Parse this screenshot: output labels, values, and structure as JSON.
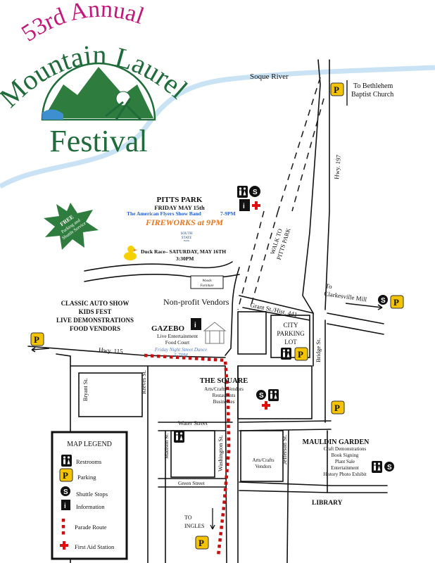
{
  "logo": {
    "line1": "53rd Annual",
    "line2": "Mountain Laurel",
    "line3": "Festival"
  },
  "colors": {
    "logo_magenta": "#c4177b",
    "logo_green": "#1f6b3a",
    "river": "#c9e3f5",
    "parking": "#f5c400",
    "parade": "#c80f0f",
    "fireworks": "#e8761c",
    "band": "#2a62c9"
  },
  "river": {
    "label": "Soque River"
  },
  "north": {
    "label_line1": "To Bethlehem",
    "label_line2": "Baptist Church"
  },
  "pitts_park": {
    "title": "PITTS PARK",
    "date": "FRIDAY MAY 15th",
    "band": "The American Flyers Show Band",
    "band_time": "7-9PM",
    "fireworks": "FIREWORKS at 9PM",
    "sponsor_line1": "SOUTH",
    "sponsor_line2": "STATE",
    "sponsor_line3": "BANK"
  },
  "duck_race": {
    "line1": "Duck Race– SATURDAY, MAY 16TH",
    "line2": "3:30PM"
  },
  "shuttle_badge": {
    "line1": "FREE",
    "line2": "Parking and",
    "line3": "Shuttle Service"
  },
  "walk": {
    "line1": "WALK TO",
    "line2": "PITTS PARK"
  },
  "woods": {
    "line1": "Woods",
    "line2": "Furniture"
  },
  "nonprofit": "Non-profit Vendors",
  "auto_show": [
    "CLASSIC AUTO SHOW",
    "KIDS FEST",
    "LIVE DEMONSTRATIONS",
    "FOOD VENDORS"
  ],
  "gazebo": {
    "title": "GAZEBO",
    "line1": "Live Entertainment",
    "line2": "Food Court",
    "dance": "Friday Night Street Dance",
    "dance_time": "5-7PM"
  },
  "streets": {
    "hwy115": "Hwy. 115",
    "hwy197": "Hwy. 197",
    "grant": "Grant St./Hist. 441",
    "bridge": "Bridge St.",
    "bryant": "Bryant St.",
    "reeves": "Reeves St.",
    "water": "Water Street",
    "madison": "Madison St.",
    "washington": "Washington St.",
    "jefferson": "Jefferson St.",
    "green": "Green Street"
  },
  "clarkesville": {
    "line1": "To",
    "line2": "Clarkesville Mill"
  },
  "city_parking": [
    "CITY",
    "PARKING",
    "LOT"
  ],
  "square": {
    "title": "THE SQUARE",
    "lines": [
      "Arts/Crafts Vendors",
      "Restaurants",
      "Businesses"
    ]
  },
  "arts_crafts": {
    "line1": "Arts/Crafts",
    "line2": "Vendors"
  },
  "mauldin": {
    "title": "MAULDIN GARDEN",
    "lines": [
      "Craft Demonstrations",
      "Book Signing",
      "Plant Sale",
      "Entertainment",
      "History Photo Exhibit"
    ]
  },
  "library": "LIBRARY",
  "ingles": {
    "line1": "TO",
    "line2": "INGLES"
  },
  "icons": {
    "parking": "P",
    "shuttle": "S",
    "info": "i"
  },
  "legend": {
    "title": "MAP LEGEND",
    "items": [
      {
        "icon": "restroom-icon",
        "label": "Restrooms"
      },
      {
        "icon": "parking-icon",
        "label": "Parking"
      },
      {
        "icon": "shuttle-icon",
        "label": "Shuttle Stops"
      },
      {
        "icon": "info-icon",
        "label": "Information"
      },
      {
        "icon": "parade-route-icon",
        "label": "Parade Route"
      },
      {
        "icon": "first-aid-icon",
        "label": "First Aid Station"
      }
    ]
  }
}
